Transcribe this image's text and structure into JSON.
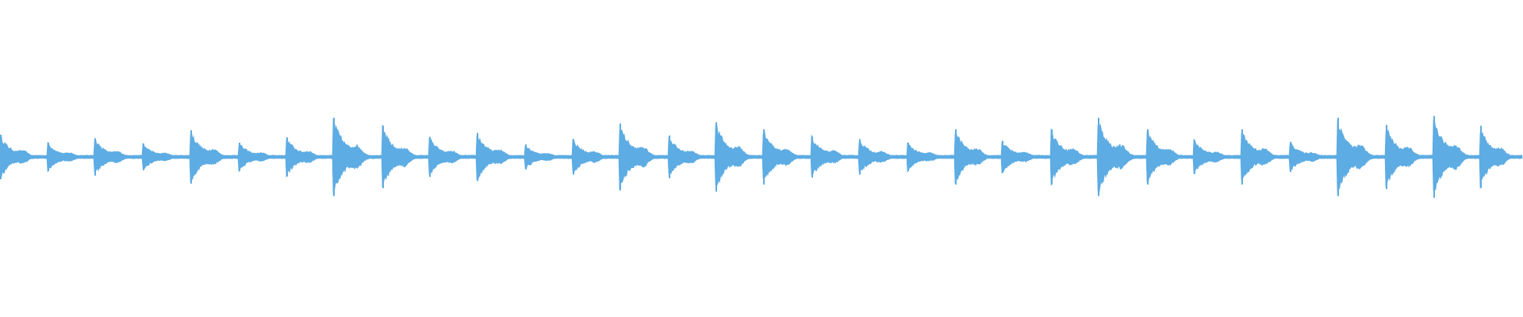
{
  "waveform": {
    "color": "#5dace3",
    "background": "#ffffff",
    "transients": [
      {
        "start": 0.0,
        "amp": 0.5
      },
      {
        "start": 0.031,
        "amp": 0.32
      },
      {
        "start": 0.062,
        "amp": 0.42
      },
      {
        "start": 0.094,
        "amp": 0.3
      },
      {
        "start": 0.125,
        "amp": 0.6
      },
      {
        "start": 0.157,
        "amp": 0.32
      },
      {
        "start": 0.188,
        "amp": 0.44
      },
      {
        "start": 0.219,
        "amp": 0.88
      },
      {
        "start": 0.251,
        "amp": 0.7
      },
      {
        "start": 0.282,
        "amp": 0.45
      },
      {
        "start": 0.313,
        "amp": 0.54
      },
      {
        "start": 0.345,
        "amp": 0.28
      },
      {
        "start": 0.376,
        "amp": 0.4
      },
      {
        "start": 0.407,
        "amp": 0.75
      },
      {
        "start": 0.439,
        "amp": 0.48
      },
      {
        "start": 0.47,
        "amp": 0.78
      },
      {
        "start": 0.501,
        "amp": 0.62
      },
      {
        "start": 0.533,
        "amp": 0.46
      },
      {
        "start": 0.564,
        "amp": 0.4
      },
      {
        "start": 0.596,
        "amp": 0.32
      },
      {
        "start": 0.627,
        "amp": 0.62
      },
      {
        "start": 0.658,
        "amp": 0.36
      },
      {
        "start": 0.69,
        "amp": 0.62
      },
      {
        "start": 0.721,
        "amp": 0.88
      },
      {
        "start": 0.753,
        "amp": 0.62
      },
      {
        "start": 0.784,
        "amp": 0.38
      },
      {
        "start": 0.815,
        "amp": 0.62
      },
      {
        "start": 0.847,
        "amp": 0.34
      },
      {
        "start": 0.878,
        "amp": 0.88
      },
      {
        "start": 0.91,
        "amp": 0.72
      },
      {
        "start": 0.941,
        "amp": 0.92
      },
      {
        "start": 0.972,
        "amp": 0.7
      }
    ]
  }
}
